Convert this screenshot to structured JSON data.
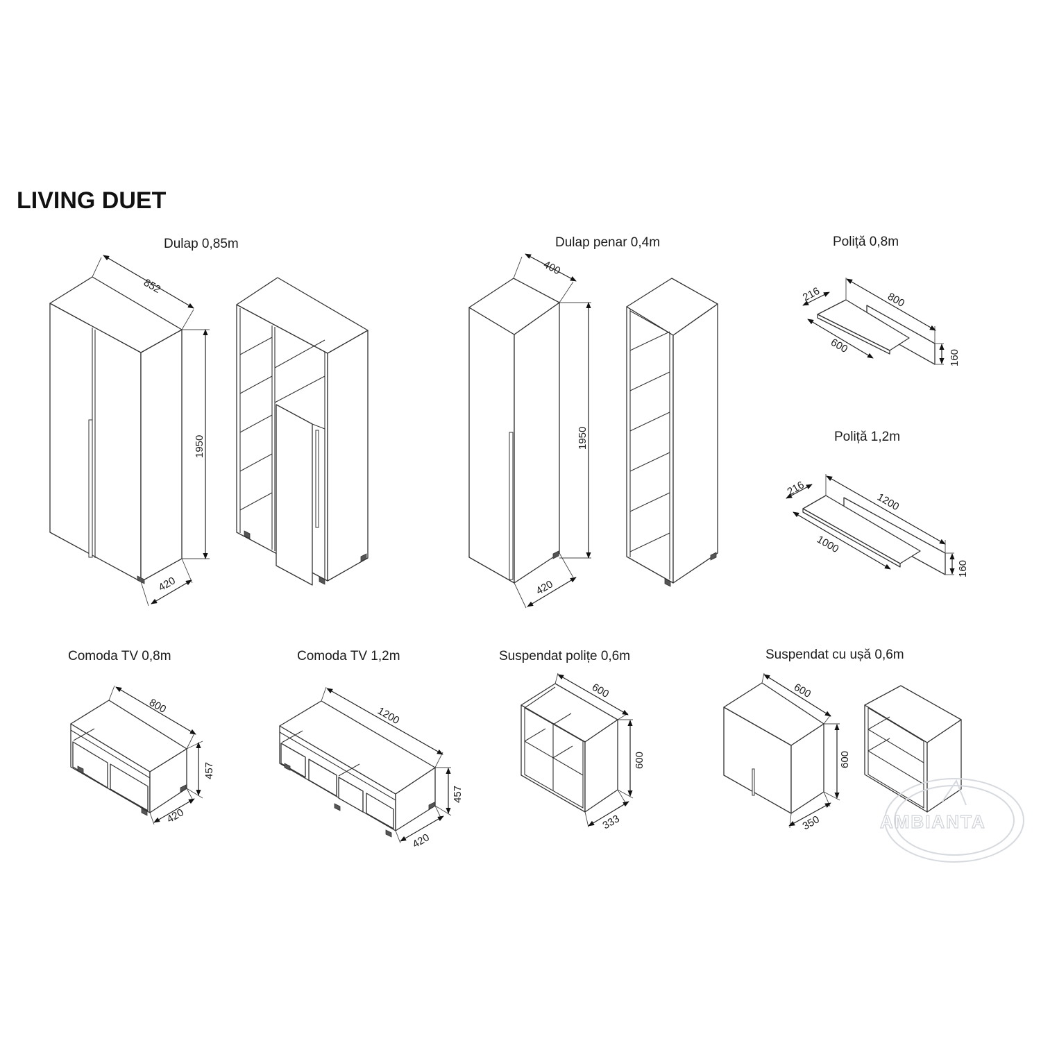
{
  "title": "LIVING DUET",
  "items": [
    {
      "caption": "Dulap 0,85m",
      "dims": {
        "width": "852",
        "height": "1950",
        "depth": "420"
      }
    },
    {
      "caption": "Dulap penar 0,4m",
      "dims": {
        "width": "400",
        "height": "1950",
        "depth": "420"
      }
    },
    {
      "caption": "Poliță 0,8m",
      "dims": {
        "depth": "216",
        "length": "800",
        "shelf": "600",
        "height": "160"
      }
    },
    {
      "caption": "Poliță 1,2m",
      "dims": {
        "depth": "216",
        "length": "1200",
        "shelf": "1000",
        "height": "160"
      }
    },
    {
      "caption": "Comoda TV 0,8m",
      "dims": {
        "width": "800",
        "height": "457",
        "depth": "420"
      }
    },
    {
      "caption": "Comoda TV 1,2m",
      "dims": {
        "width": "1200",
        "height": "457",
        "depth": "420"
      }
    },
    {
      "caption": "Suspendat polițe 0,6m",
      "dims": {
        "width": "600",
        "height": "600",
        "depth": "333"
      }
    },
    {
      "caption": "Suspendat cu ușă 0,6m",
      "dims": {
        "width": "600",
        "height": "600",
        "depth": "350"
      }
    }
  ],
  "watermark": "AMBIANTA"
}
